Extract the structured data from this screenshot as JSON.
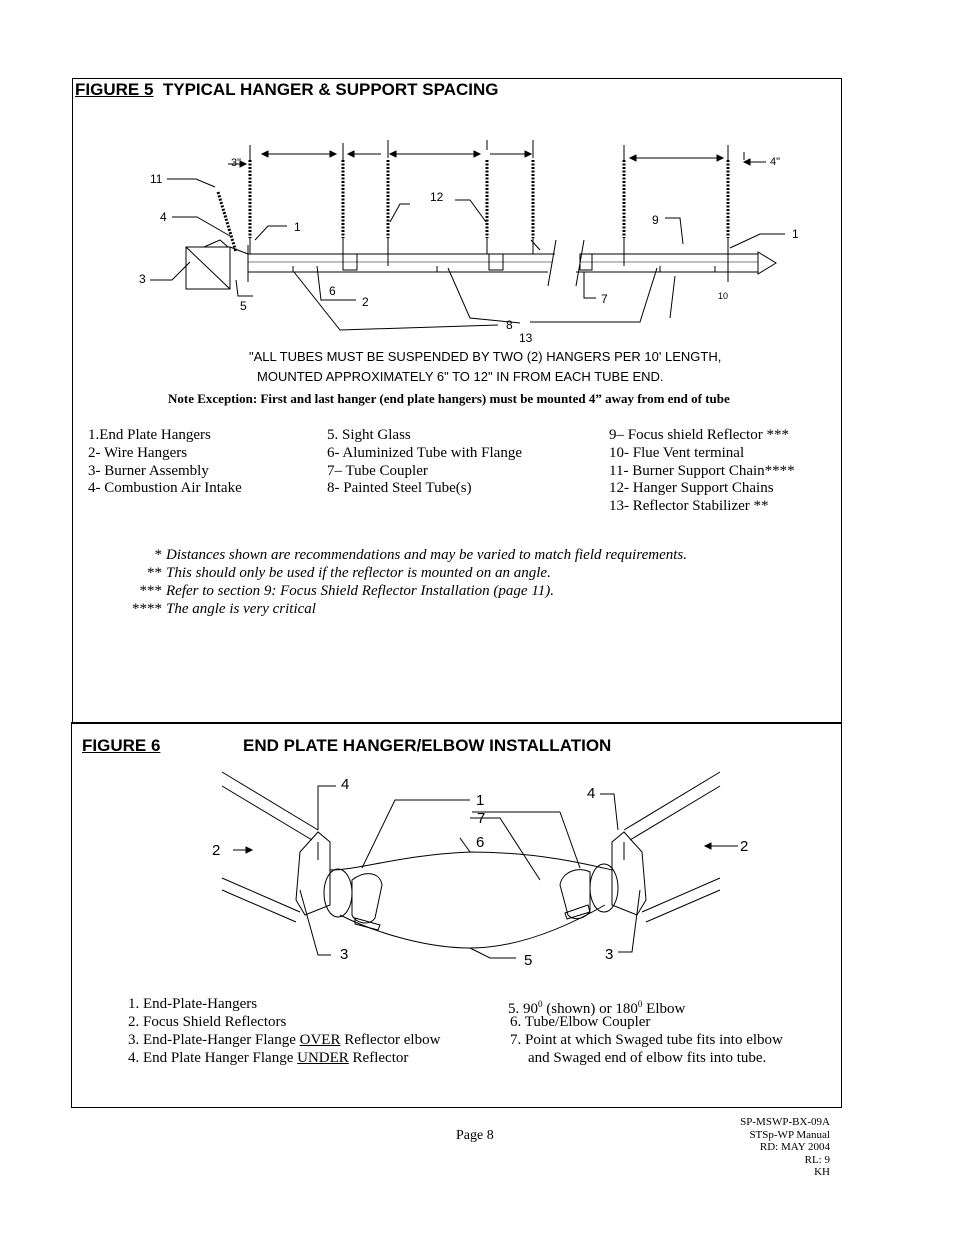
{
  "figure5": {
    "title_prefix": "FIGURE  5",
    "title_text": "TYPICAL HANGER & SUPPORT SPACING",
    "callouts": {
      "n11": "11",
      "n4": "4",
      "n3": "3",
      "n5": "5",
      "n1a": "1",
      "n6": "6",
      "n2": "2",
      "n12": "12",
      "n8": "8",
      "n13": "13",
      "n9": "9",
      "n7": "7",
      "n10": "10",
      "n1b": "1",
      "dim_left": "3\"",
      "dim_right": "4\""
    },
    "caps_note_line1": "\"ALL TUBES MUST BE SUSPENDED BY TWO (2) HANGERS PER 10' LENGTH,",
    "caps_note_line2": "MOUNTED APPROXIMATELY  6\" TO 12\" IN FROM EACH TUBE END.",
    "note_exception": "Note Exception:  First and last hanger (end plate hangers) must be mounted 4” away from end of tube",
    "legend_col1": [
      "1.End Plate Hangers",
      "2- Wire Hangers",
      "3- Burner Assembly",
      "4- Combustion Air Intake"
    ],
    "legend_col2": [
      "5. Sight Glass",
      "6- Aluminized Tube with Flange",
      "7– Tube Coupler",
      "8- Painted Steel Tube(s)"
    ],
    "legend_col3": [
      "9– Focus shield Reflector ***",
      "10- Flue Vent terminal",
      "11- Burner Support Chain****",
      "12- Hanger Support Chains",
      "13- Reflector  Stabilizer **"
    ],
    "footnotes": [
      {
        "mark": "*",
        "text": "Distances shown are recommendations and may be varied to match field requirements."
      },
      {
        "mark": "**",
        "text": "This should only be used if the reflector is mounted on an angle."
      },
      {
        "mark": "***",
        "text": "Refer to section 9: Focus Shield Reflector Installation (page 11)."
      },
      {
        "mark": "****",
        "text": "The angle is very critical"
      }
    ]
  },
  "figure6": {
    "title_prefix": "FIGURE 6",
    "title_text": "END PLATE HANGER/ELBOW INSTALLATION",
    "callouts": {
      "n4a": "4",
      "n1": "1",
      "n7": "7",
      "n6": "6",
      "n4b": "4",
      "n2a": "2",
      "n2b": "2",
      "n3a": "3",
      "n5": "5",
      "n3b": "3"
    },
    "legend_left": {
      "l1": "1. End-Plate-Hangers",
      "l2": "2.  Focus Shield Reflectors",
      "l3_pre": "3.  End-Plate-Hanger Flange ",
      "l3_u": "OVER",
      "l3_post": "  Reflector elbow",
      "l4_pre": "4.  End Plate Hanger Flange ",
      "l4_u": "UNDER",
      "l4_post": "  Reflector"
    },
    "legend_right": {
      "r5_a": "5.  90",
      "r5_sup1": "0",
      "r5_b": " (shown) or 180",
      "r5_sup2": "0",
      "r5_c": " Elbow",
      "r6": "6.  Tube/Elbow Coupler",
      "r7a": "7.  Point at which Swaged tube fits into elbow",
      "r7b": "and Swaged end of elbow fits into tube."
    }
  },
  "footer": {
    "page": "Page 8",
    "meta": [
      "SP-MSWP-BX-09A",
      "STSp-WP Manual",
      "RD: MAY 2004",
      "RL: 9",
      "KH"
    ]
  }
}
